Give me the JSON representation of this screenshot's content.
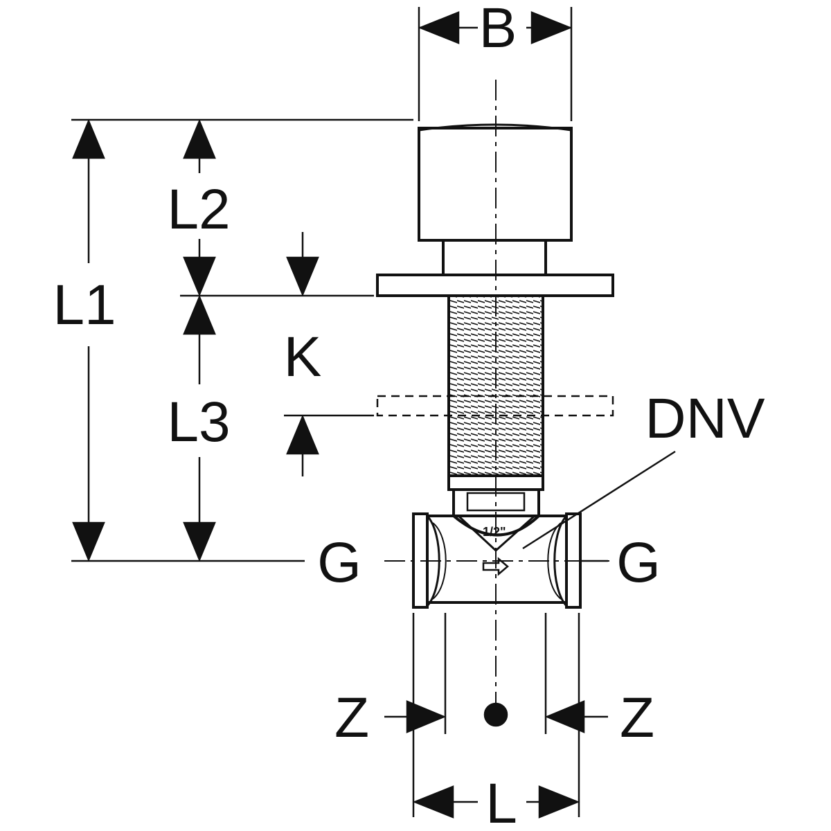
{
  "labels": {
    "B": "B",
    "L1": "L1",
    "L2": "L2",
    "L3": "L3",
    "K": "K",
    "DNV": "DNV",
    "G_left": "G",
    "G_right": "G",
    "Z_left": "Z",
    "Z_right": "Z",
    "L": "L",
    "thread_size": "1/2\""
  },
  "colors": {
    "line": "#111111",
    "background": "#ffffff"
  }
}
